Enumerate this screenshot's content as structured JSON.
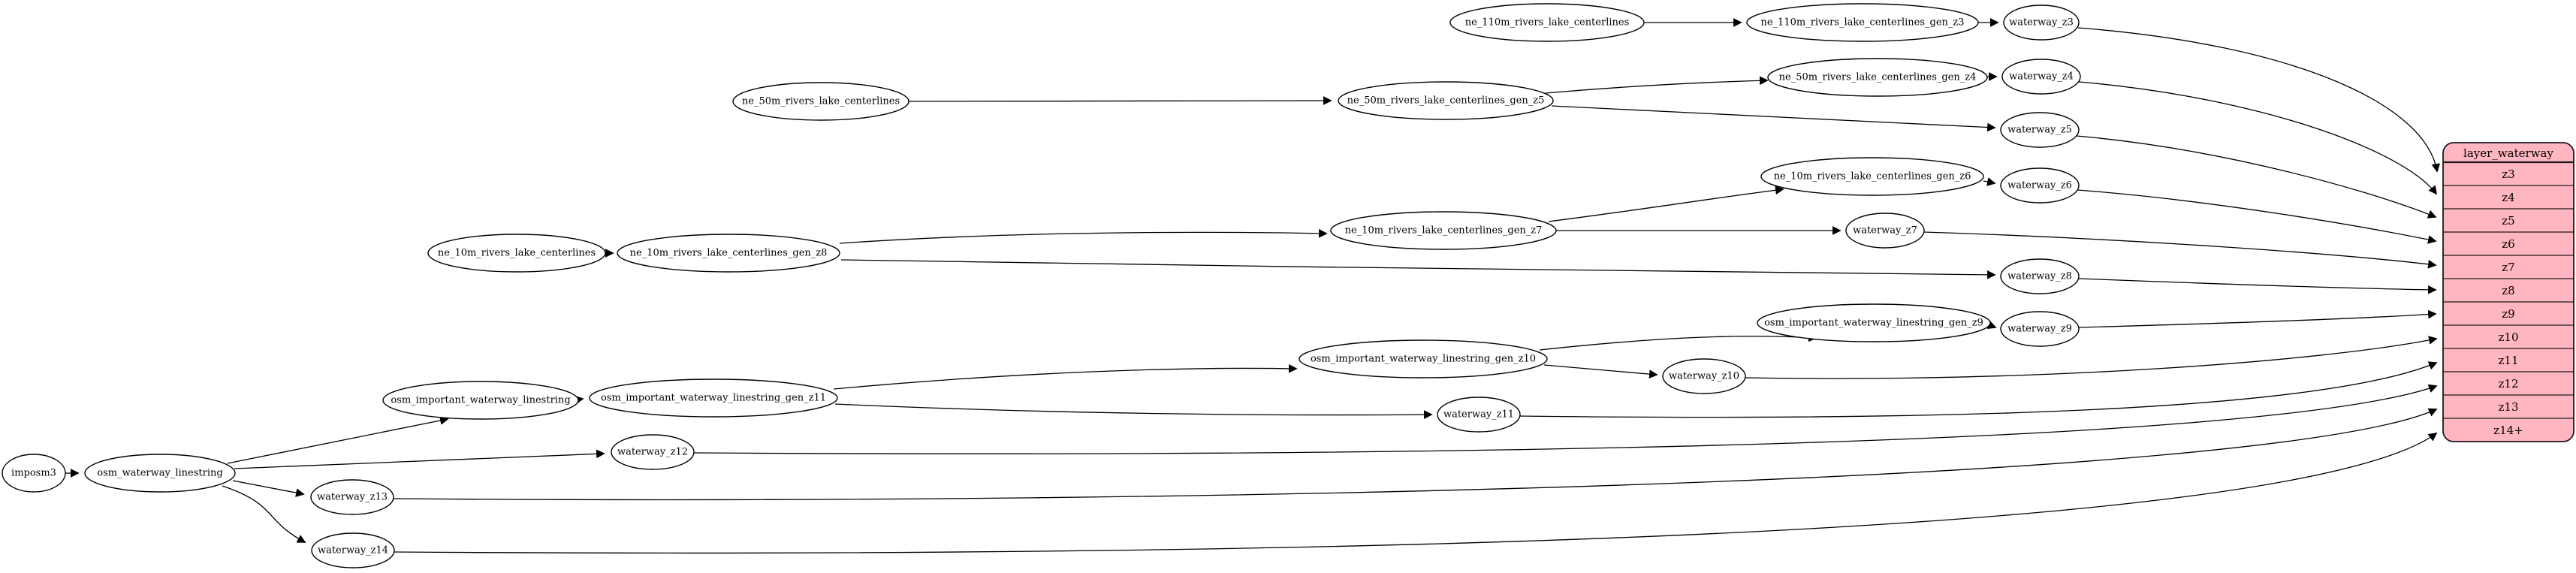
{
  "nodes": {
    "imposm3": "imposm3",
    "osm_waterway_linestring": "osm_waterway_linestring",
    "osm_important_waterway_linestring": "osm_important_waterway_linestring",
    "osm_important_waterway_linestring_gen_z11": "osm_important_waterway_linestring_gen_z11",
    "osm_important_waterway_linestring_gen_z10": "osm_important_waterway_linestring_gen_z10",
    "osm_important_waterway_linestring_gen_z9": "osm_important_waterway_linestring_gen_z9",
    "ne_110m_rivers_lake_centerlines": "ne_110m_rivers_lake_centerlines",
    "ne_110m_rivers_lake_centerlines_gen_z3": "ne_110m_rivers_lake_centerlines_gen_z3",
    "ne_50m_rivers_lake_centerlines": "ne_50m_rivers_lake_centerlines",
    "ne_50m_rivers_lake_centerlines_gen_z4": "ne_50m_rivers_lake_centerlines_gen_z4",
    "ne_50m_rivers_lake_centerlines_gen_z5": "ne_50m_rivers_lake_centerlines_gen_z5",
    "ne_10m_rivers_lake_centerlines": "ne_10m_rivers_lake_centerlines",
    "ne_10m_rivers_lake_centerlines_gen_z6": "ne_10m_rivers_lake_centerlines_gen_z6",
    "ne_10m_rivers_lake_centerlines_gen_z7": "ne_10m_rivers_lake_centerlines_gen_z7",
    "ne_10m_rivers_lake_centerlines_gen_z8": "ne_10m_rivers_lake_centerlines_gen_z8",
    "waterway_z3": "waterway_z3",
    "waterway_z4": "waterway_z4",
    "waterway_z5": "waterway_z5",
    "waterway_z6": "waterway_z6",
    "waterway_z7": "waterway_z7",
    "waterway_z8": "waterway_z8",
    "waterway_z9": "waterway_z9",
    "waterway_z10": "waterway_z10",
    "waterway_z11": "waterway_z11",
    "waterway_z12": "waterway_z12",
    "waterway_z13": "waterway_z13",
    "waterway_z14": "waterway_z14"
  },
  "table": {
    "title": "layer_waterway",
    "rows": [
      "z3",
      "z4",
      "z5",
      "z6",
      "z7",
      "z8",
      "z9",
      "z10",
      "z11",
      "z12",
      "z13",
      "z14+"
    ]
  },
  "edges": [
    {
      "from": "imposm3",
      "to": "osm_waterway_linestring"
    },
    {
      "from": "osm_waterway_linestring",
      "to": "osm_important_waterway_linestring"
    },
    {
      "from": "osm_waterway_linestring",
      "to": "waterway_z12"
    },
    {
      "from": "osm_waterway_linestring",
      "to": "waterway_z13"
    },
    {
      "from": "osm_waterway_linestring",
      "to": "waterway_z14"
    },
    {
      "from": "osm_important_waterway_linestring",
      "to": "osm_important_waterway_linestring_gen_z11"
    },
    {
      "from": "osm_important_waterway_linestring_gen_z11",
      "to": "osm_important_waterway_linestring_gen_z10"
    },
    {
      "from": "osm_important_waterway_linestring_gen_z11",
      "to": "waterway_z11"
    },
    {
      "from": "osm_important_waterway_linestring_gen_z10",
      "to": "osm_important_waterway_linestring_gen_z9"
    },
    {
      "from": "osm_important_waterway_linestring_gen_z10",
      "to": "waterway_z10"
    },
    {
      "from": "osm_important_waterway_linestring_gen_z9",
      "to": "waterway_z9"
    },
    {
      "from": "ne_110m_rivers_lake_centerlines",
      "to": "ne_110m_rivers_lake_centerlines_gen_z3"
    },
    {
      "from": "ne_110m_rivers_lake_centerlines_gen_z3",
      "to": "waterway_z3"
    },
    {
      "from": "ne_50m_rivers_lake_centerlines",
      "to": "ne_50m_rivers_lake_centerlines_gen_z5"
    },
    {
      "from": "ne_50m_rivers_lake_centerlines_gen_z5",
      "to": "ne_50m_rivers_lake_centerlines_gen_z4"
    },
    {
      "from": "ne_50m_rivers_lake_centerlines_gen_z5",
      "to": "waterway_z5"
    },
    {
      "from": "ne_50m_rivers_lake_centerlines_gen_z4",
      "to": "waterway_z4"
    },
    {
      "from": "ne_10m_rivers_lake_centerlines",
      "to": "ne_10m_rivers_lake_centerlines_gen_z8"
    },
    {
      "from": "ne_10m_rivers_lake_centerlines_gen_z8",
      "to": "ne_10m_rivers_lake_centerlines_gen_z7"
    },
    {
      "from": "ne_10m_rivers_lake_centerlines_gen_z8",
      "to": "waterway_z8"
    },
    {
      "from": "ne_10m_rivers_lake_centerlines_gen_z7",
      "to": "ne_10m_rivers_lake_centerlines_gen_z6"
    },
    {
      "from": "ne_10m_rivers_lake_centerlines_gen_z7",
      "to": "waterway_z7"
    },
    {
      "from": "ne_10m_rivers_lake_centerlines_gen_z6",
      "to": "waterway_z6"
    },
    {
      "from": "waterway_z3",
      "to": "layer_waterway.z3"
    },
    {
      "from": "waterway_z4",
      "to": "layer_waterway.z4"
    },
    {
      "from": "waterway_z5",
      "to": "layer_waterway.z5"
    },
    {
      "from": "waterway_z6",
      "to": "layer_waterway.z6"
    },
    {
      "from": "waterway_z7",
      "to": "layer_waterway.z7"
    },
    {
      "from": "waterway_z8",
      "to": "layer_waterway.z8"
    },
    {
      "from": "waterway_z9",
      "to": "layer_waterway.z9"
    },
    {
      "from": "waterway_z10",
      "to": "layer_waterway.z10"
    },
    {
      "from": "waterway_z11",
      "to": "layer_waterway.z11"
    },
    {
      "from": "waterway_z12",
      "to": "layer_waterway.z12"
    },
    {
      "from": "waterway_z13",
      "to": "layer_waterway.z13"
    },
    {
      "from": "waterway_z14",
      "to": "layer_waterway.z14+"
    }
  ],
  "colors": {
    "background": "#ffffff",
    "node_fill": "#ffffff",
    "node_border": "#000000",
    "edge": "#000000",
    "table_fill": "#ffb6c1",
    "table_border": "#1a1a1a"
  }
}
